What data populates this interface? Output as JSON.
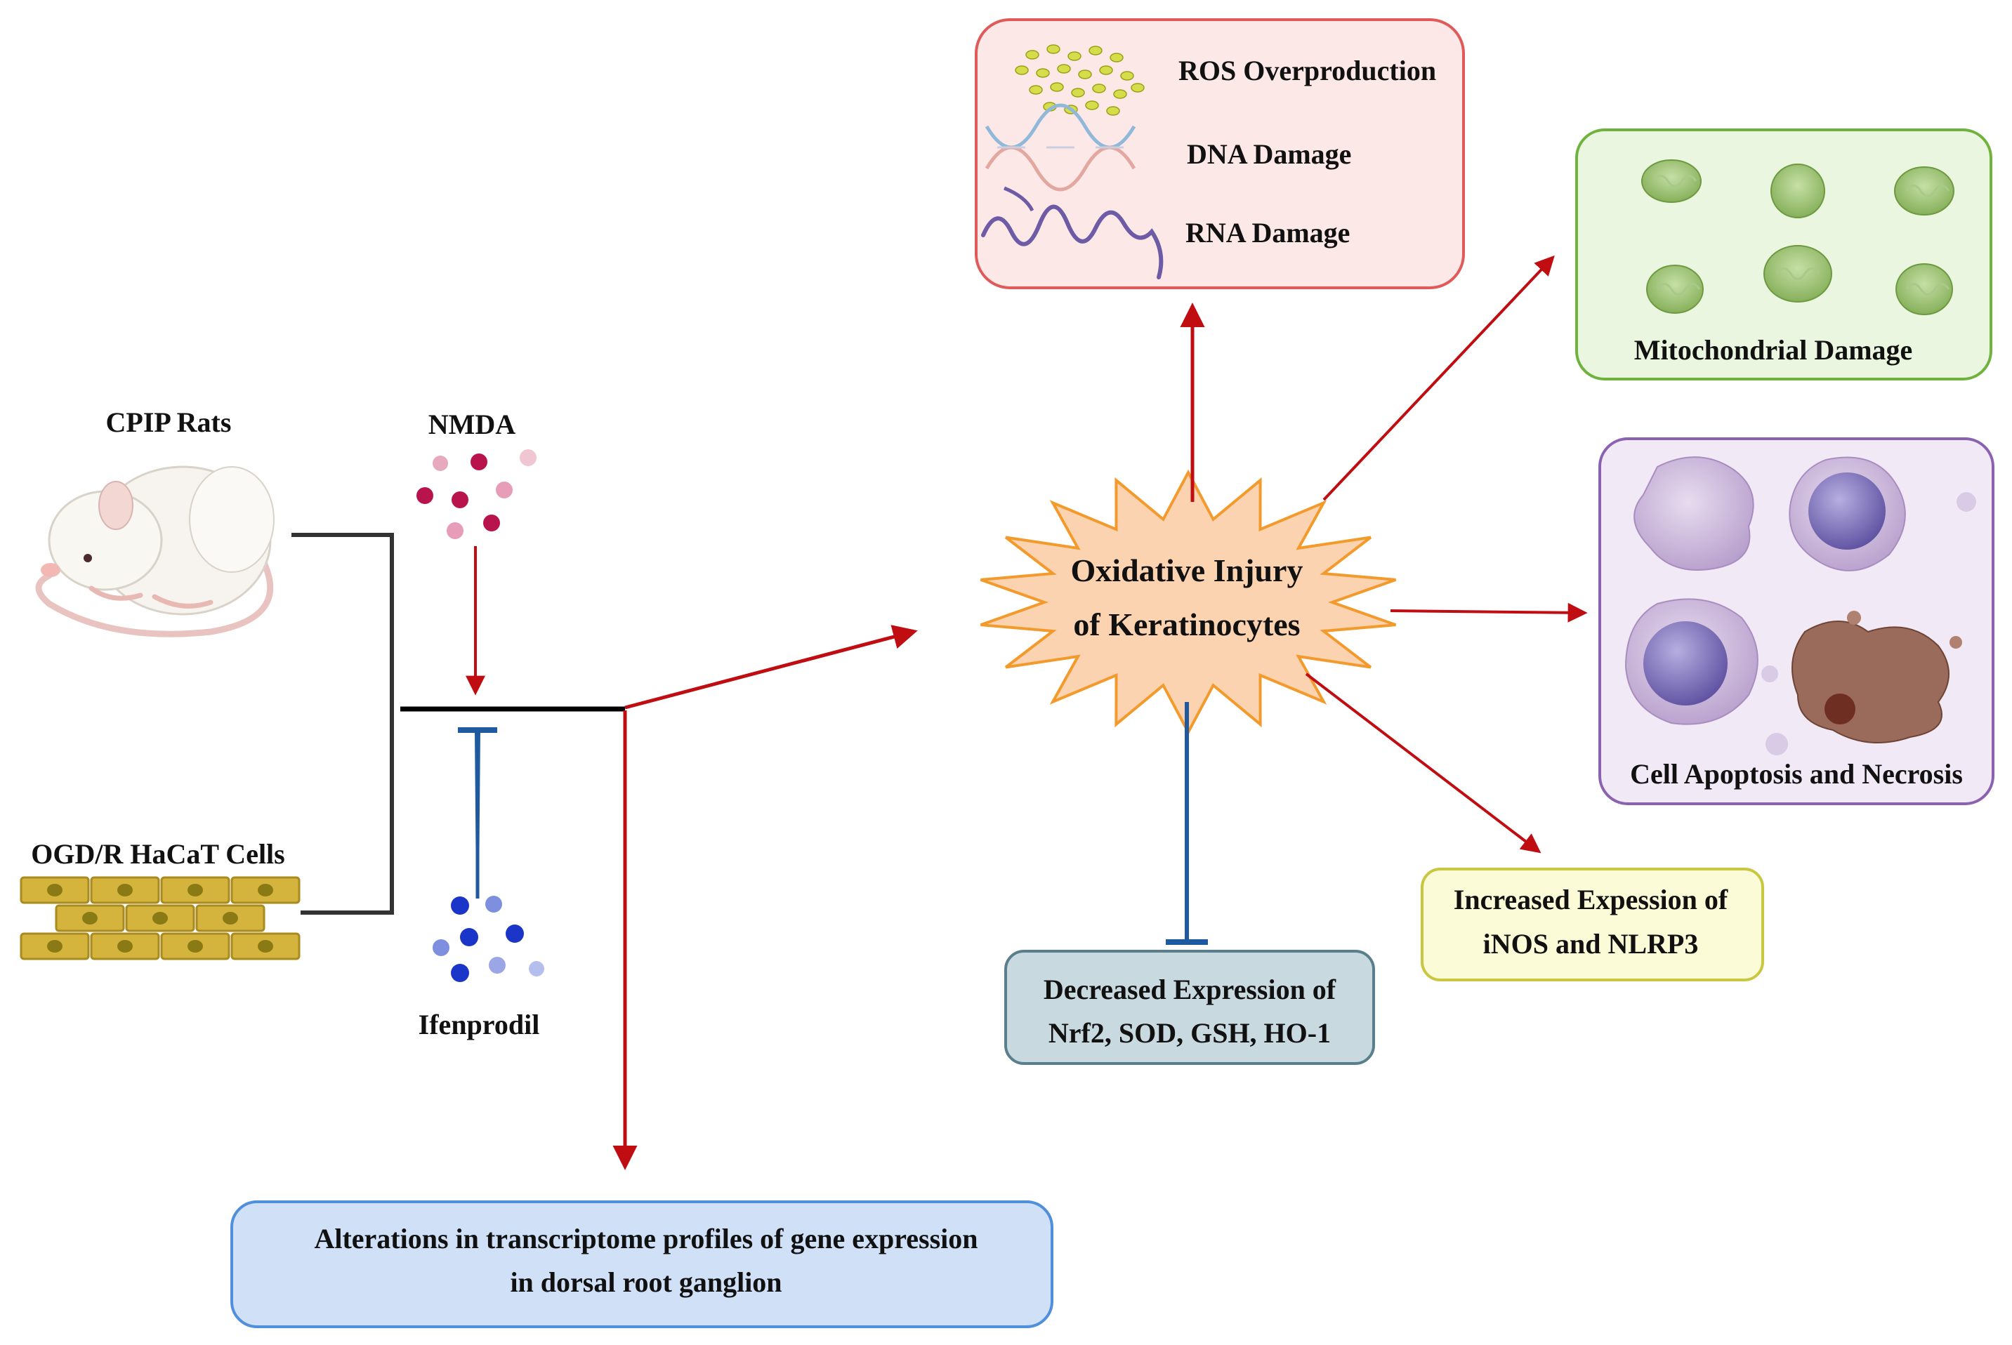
{
  "sources": {
    "rats_label": "CPIP Rats",
    "cells_label": "OGD/R HaCaT Cells",
    "agonist_label": "NMDA",
    "antagonist_label": "Ifenprodil"
  },
  "center": {
    "line1": "Oxidative Injury",
    "line2": "of Keratinocytes"
  },
  "outcomes": {
    "damage_box": {
      "items": [
        "ROS Overproduction",
        "DNA Damage",
        "RNA Damage"
      ]
    },
    "mitochondria_box": {
      "label": "Mitochondrial Damage"
    },
    "apoptosis_box": {
      "label": "Cell Apoptosis and Necrosis"
    },
    "increased_box": {
      "line1": "Increased Expession of",
      "line2": "iNOS and NLRP3"
    },
    "decreased_box": {
      "line1": "Decreased Expression of",
      "line2": "Nrf2, SOD, GSH, HO-1"
    },
    "transcriptome_box": {
      "line1": "Alterations in  transcriptome profiles of gene expression",
      "line2": "in  dorsal root ganglion"
    }
  },
  "colors": {
    "activate_arrow": "#c00d12",
    "inhibit_arrow": "#1f5aa0",
    "connector": "#333333",
    "star_fill": "#fbd3b0",
    "star_stroke": "#f39a2c",
    "damage_box_fill": "#fde8e8",
    "damage_box_stroke": "#e05a5a",
    "mito_box_fill": "#eaf6e0",
    "mito_box_stroke": "#6fb33e",
    "apoptosis_box_fill": "#f1eaf6",
    "apoptosis_box_stroke": "#8a62b0",
    "increased_box_fill": "#fbfbd8",
    "increased_box_stroke": "#c9c740",
    "decreased_box_fill": "#c9d9e0",
    "decreased_box_stroke": "#5a7f8c",
    "transcriptome_box_fill": "#cfe0f7",
    "transcriptome_box_stroke": "#4f8fdc"
  },
  "icons": [
    "rat-icon",
    "hacat-cells-icon",
    "nmda-molecules-icon",
    "ifenprodil-molecules-icon",
    "ros-particles-icon",
    "dna-icon",
    "rna-icon",
    "mitochondria-icon",
    "apoptotic-cell-icon",
    "necrotic-cell-icon"
  ]
}
